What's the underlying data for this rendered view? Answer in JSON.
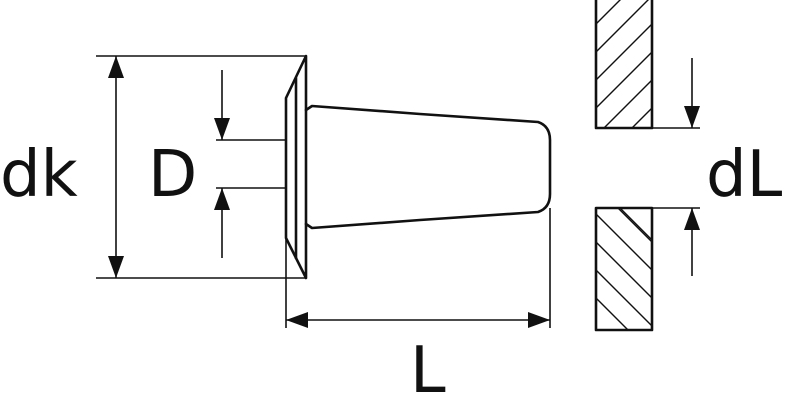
{
  "labels": {
    "dk": "dk",
    "D": "D",
    "dL": "dL",
    "L": "L"
  },
  "colors": {
    "line": "#111111",
    "background": "#ffffff"
  }
}
